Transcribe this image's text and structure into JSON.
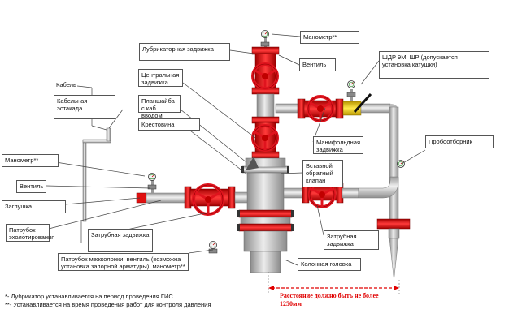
{
  "labels": {
    "manometer_top": "Манометр**",
    "lubricator_valve": "Лубрикаторная задвижка",
    "valve_top": "Вентиль",
    "shdr": "ШДР 9М, ШР (допускается установка катушки)",
    "central_valve": "Центральная задвижка",
    "faceplate": "Планшайба с каб. вводом",
    "cross": "Крестовина",
    "cable": "Кабель",
    "cable_rack": "Кабельная эстакада",
    "manifold_valve": "Манифольдная задвижка",
    "sampler": "Пробоотборник",
    "insert_check_valve": "Вставной обратный клапан",
    "manometer_left": "Манометр**",
    "valve_left": "Вентиль",
    "plug": "Заглушка",
    "echo_pipe": "Патрубок эхолотирования",
    "annulus_valve_left": "Затрубная задвижка",
    "annulus_valve_right": "Затрубная задвижка",
    "intercolumn_pipe": "Патрубок межколонки, вентиль (возможна установка запорной арматуры), манометр**",
    "column_head": "Колонная головка",
    "distance_note": "Расстояние должно быть не более 1250мм"
  },
  "footnotes": {
    "note1": "*- Лубрикатор  устанавливается на период проведения ГИС",
    "note2": "**- Устанавливается на время проведения работ для контроля  давления"
  },
  "colors": {
    "valve_red": "#e0141e",
    "pipe_gray": "#c8c8c8",
    "body_gray": "#a8a8a8",
    "shdr_yellow": "#f0d010",
    "dimension_red": "#e00000"
  }
}
